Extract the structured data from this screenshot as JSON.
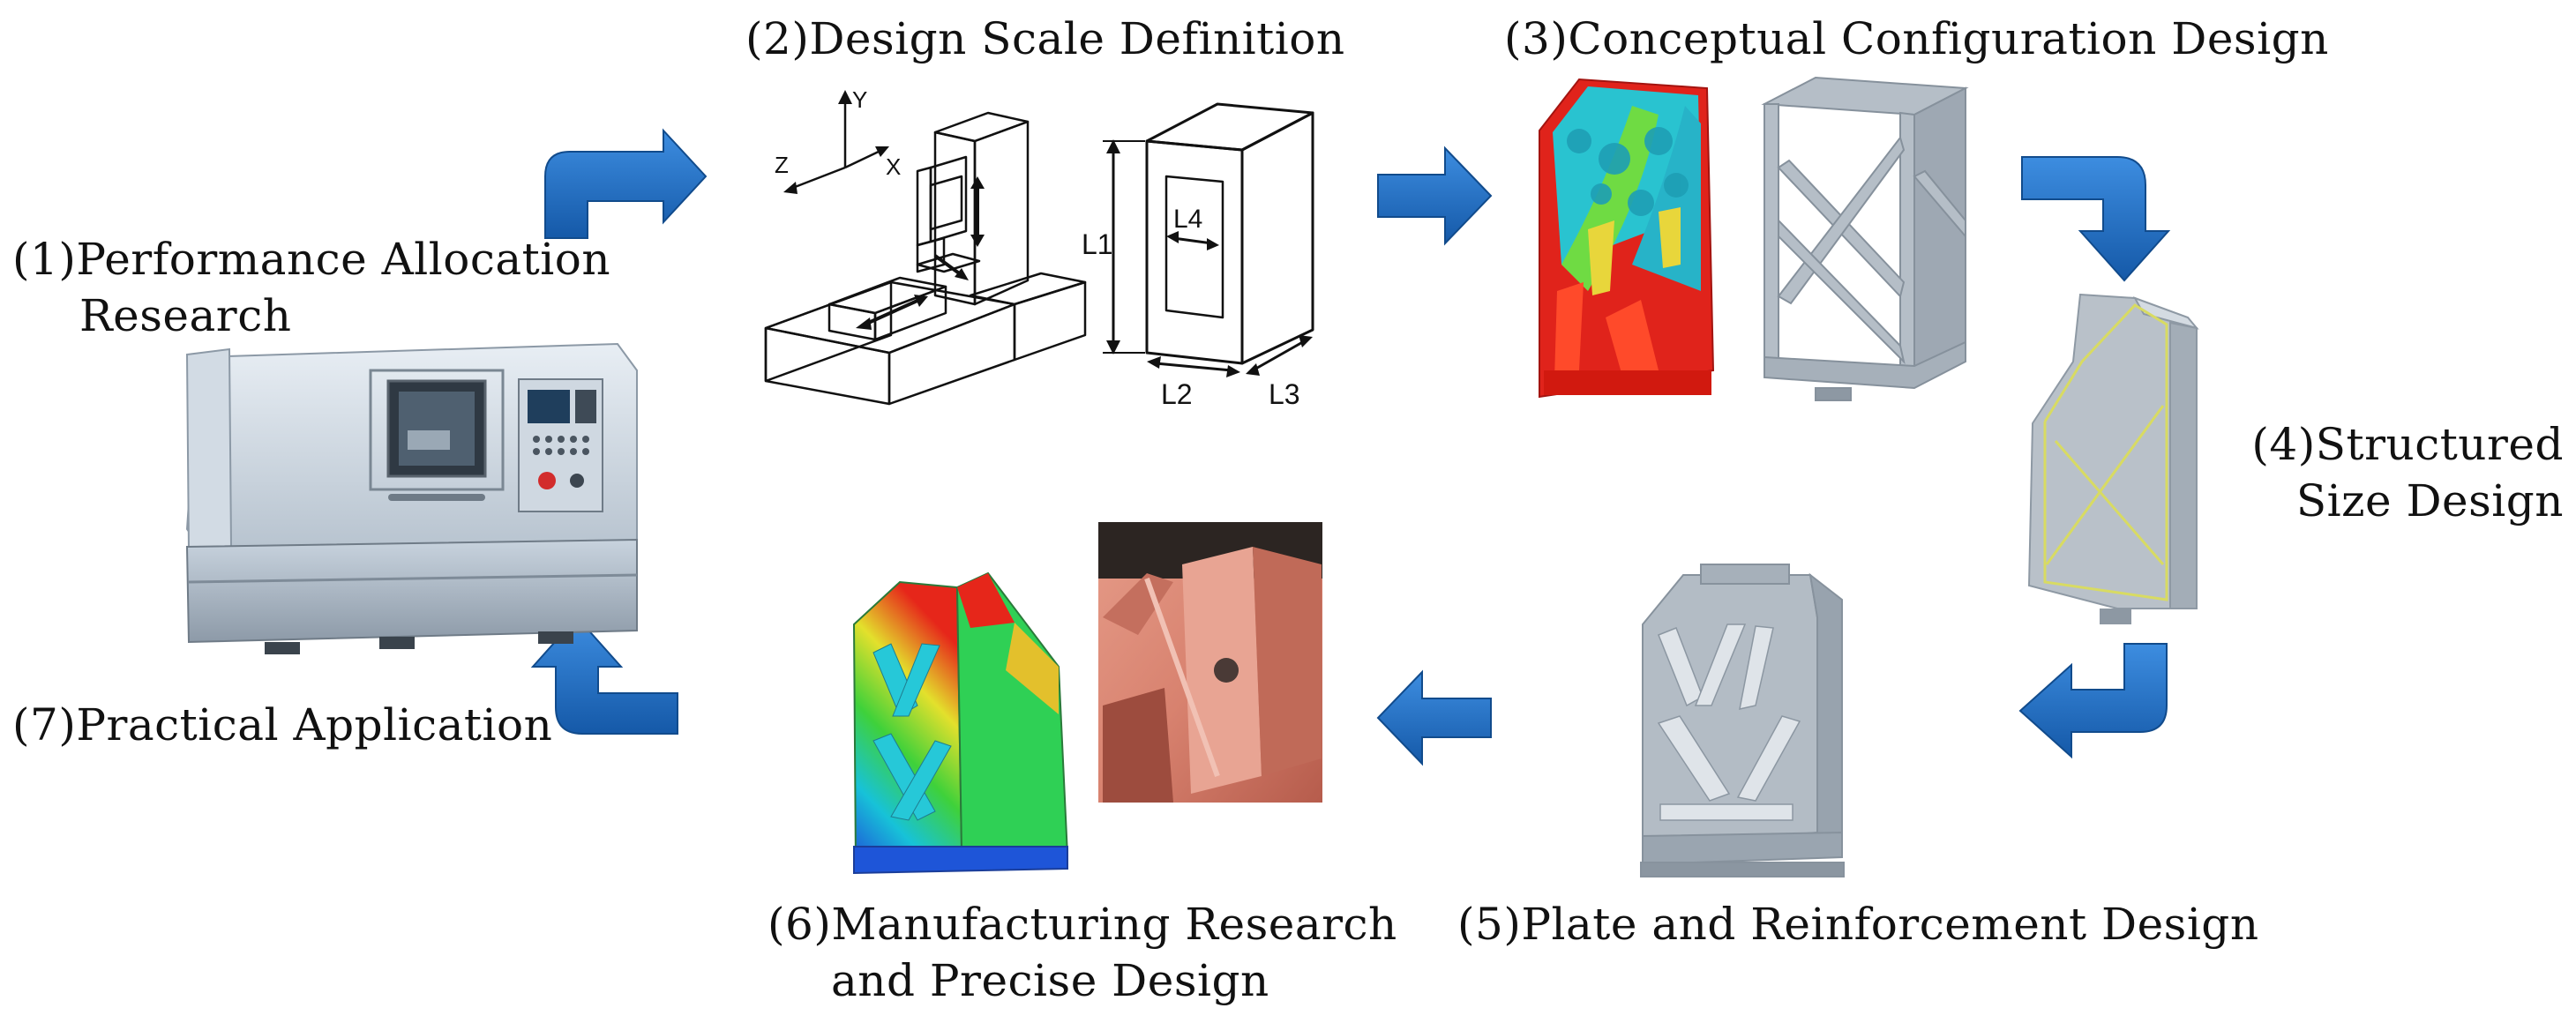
{
  "steps": [
    {
      "lines": [
        "(1)Performance Allocation",
        "Research"
      ]
    },
    {
      "lines": [
        "(2)Design Scale Definition"
      ]
    },
    {
      "lines": [
        "(3)Conceptual Configuration Design"
      ]
    },
    {
      "lines": [
        "(4)Structured",
        "Size Design"
      ]
    },
    {
      "lines": [
        "(5)Plate and Reinforcement Design"
      ]
    },
    {
      "lines": [
        "(6)Manufacturing Research",
        "and Precise Design"
      ]
    },
    {
      "lines": [
        "(7)Practical Application"
      ]
    }
  ],
  "axes": {
    "y": "Y",
    "z": "Z",
    "x": "X"
  },
  "dimensions": {
    "l1": "L1",
    "l2": "L2",
    "l3": "L3",
    "l4": "L4"
  },
  "colors": {
    "arrow": "#1f6fc7",
    "arrow_dark": "#134f97",
    "metal": "#b9c1c9",
    "metal_dark": "#8e99a4",
    "fea_red": "#e0231b",
    "fea_cyan": "#29c3d0",
    "photo_copper": "#d8826f"
  }
}
